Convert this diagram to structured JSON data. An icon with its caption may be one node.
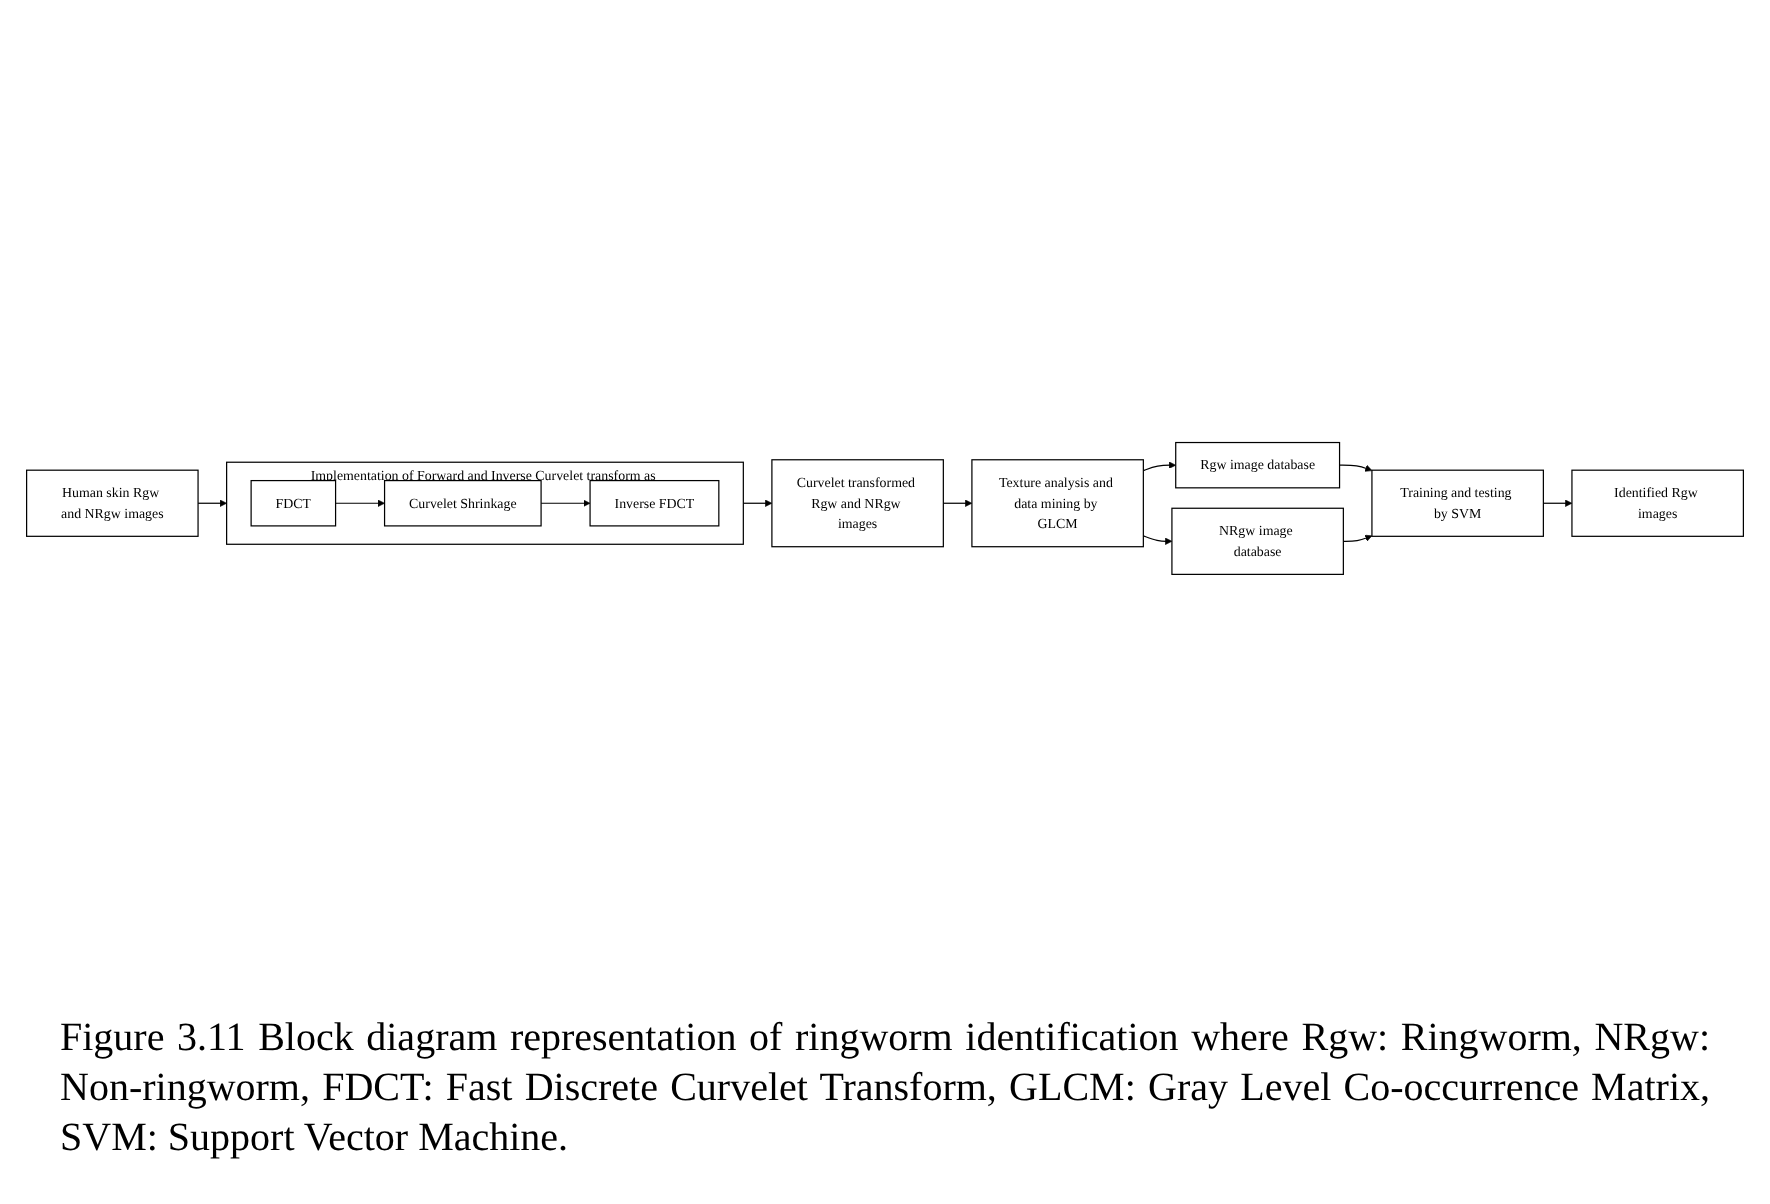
{
  "diagram": {
    "caption": "Figure 3.11 Block diagram representation of ringworm identification where Rgw: Ringworm, NRgw: Non-ringworm, FDCT: Fast Discrete Curvelet Transform, GLCM: Gray Level Co-occurrence Matrix, SVM: Support Vector Machine.",
    "nodes": [
      {
        "text": [
          "Human skin Rgw and NRgw images"
        ]
      },
      {
        "text": [
          "Implementation of Forward and Inverse Curvelet transform as"
        ]
      },
      {
        "text": [
          "FDCT"
        ],
        "in": 1
      },
      {
        "text": [
          "Curvelet Shrinkage"
        ],
        "in": 1
      },
      {
        "text": [
          "Inverse FDCT"
        ],
        "in": 1
      },
      {
        "text": [
          "Curvelet transformed Rgw and NRgw images"
        ]
      },
      {
        "text": [
          "Texture analysis and data mining by GLCM"
        ]
      },
      {
        "text": [
          "Rgw image database"
        ]
      },
      {
        "text": [
          "NRgw image database"
        ]
      },
      {
        "text": [
          "Training and testing by SVM"
        ]
      },
      {
        "text": [
          "Identified Rgw images"
        ]
      }
    ],
    "edges": [
      {
        "from": 0,
        "to": 1,
        "arrow": "to"
      },
      {
        "from": 2,
        "to": 3,
        "arrow": "to"
      },
      {
        "from": 3,
        "to": 4,
        "arrow": "to"
      },
      {
        "from": 1,
        "to": 5,
        "arrow": "to"
      },
      {
        "from": 5,
        "to": 6,
        "arrow": "to"
      },
      {
        "from": 6,
        "to": 7,
        "arrow": "to"
      },
      {
        "from": 6,
        "to": 8,
        "arrow": "to"
      },
      {
        "from": 7,
        "to": 9,
        "arrow": "to"
      },
      {
        "from": 8,
        "to": 9,
        "arrow": "to"
      },
      {
        "from": 9,
        "to": 10,
        "arrow": "to"
      }
    ]
  }
}
